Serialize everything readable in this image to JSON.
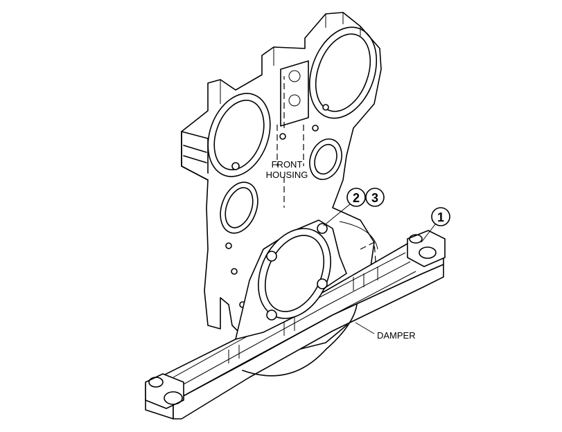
{
  "labels": {
    "front_housing_line1": "FRONT",
    "front_housing_line2": "HOUSING",
    "damper": "DAMPER"
  },
  "callouts": {
    "item1": "1",
    "item2": "2",
    "item3": "3"
  }
}
